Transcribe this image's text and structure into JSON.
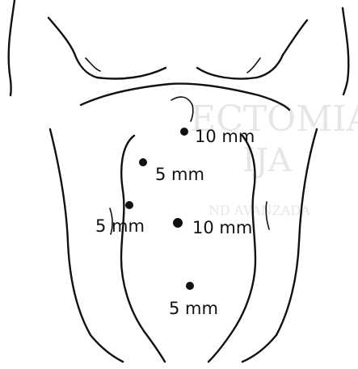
{
  "background_color": "#ffffff",
  "ink_color": "#111111",
  "watermark_color": "#d9d9d9",
  "watermark": {
    "line1": "ECTOMIA IN",
    "line2": "IJA",
    "line3": "ND AVANZADA"
  },
  "ports": [
    {
      "id": "upper-midline",
      "label": "10 mm"
    },
    {
      "id": "right-upper",
      "label": "5 mm"
    },
    {
      "id": "right-flank",
      "label": "5 mm"
    },
    {
      "id": "umbilical",
      "label": "10 mm"
    },
    {
      "id": "suprapubic",
      "label": "5 mm"
    }
  ]
}
